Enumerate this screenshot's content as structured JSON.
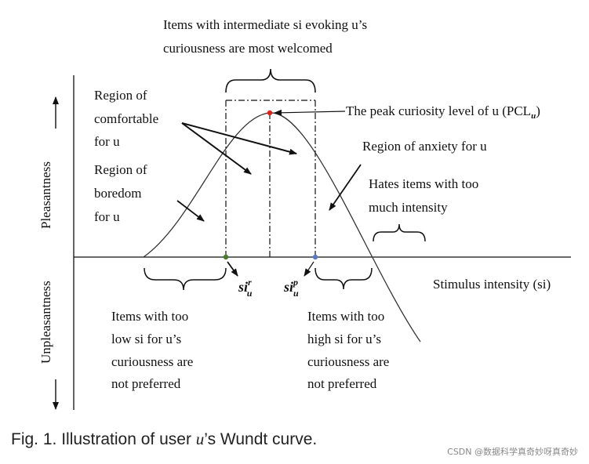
{
  "title_lines": [
    "Items with intermediate si evoking u’s",
    "curiousness are most welcomed"
  ],
  "y_axis": {
    "positive_label": "Pleasantness",
    "negative_label": "Unpleasantness"
  },
  "x_axis": {
    "label": "Stimulus intensity (si)"
  },
  "annotations": {
    "comfortable": [
      "Region of",
      "comfortable",
      "for u"
    ],
    "boredom": [
      "Region of",
      "boredom",
      "for u"
    ],
    "peak": "The peak curiosity level of u (PCL",
    "peak_sub": "u",
    "peak_close": ")",
    "anxiety": "Region of anxiety for u",
    "hates": [
      "Hates items with too",
      "much intensity"
    ],
    "low": [
      "Items with too",
      "low si for u’s",
      "curiousness are",
      "not preferred"
    ],
    "high": [
      "Items with too",
      "high si for u’s",
      "curiousness are",
      "not preferred"
    ]
  },
  "markers": {
    "si_r": {
      "base": "si",
      "sup": "r",
      "sub": "u"
    },
    "si_p": {
      "base": "si",
      "sup": "p",
      "sub": "u"
    }
  },
  "caption": {
    "prefix": "Fig. 1. Illustration of user ",
    "user": "u",
    "suffix": "’s Wundt curve."
  },
  "watermark": "CSDN @数据科学真奇妙呀真奇妙",
  "colors": {
    "peak_point": "#e0201a",
    "si_r_point": "#4a7a2c",
    "si_p_point": "#5a78c8",
    "ink": "#111111"
  }
}
